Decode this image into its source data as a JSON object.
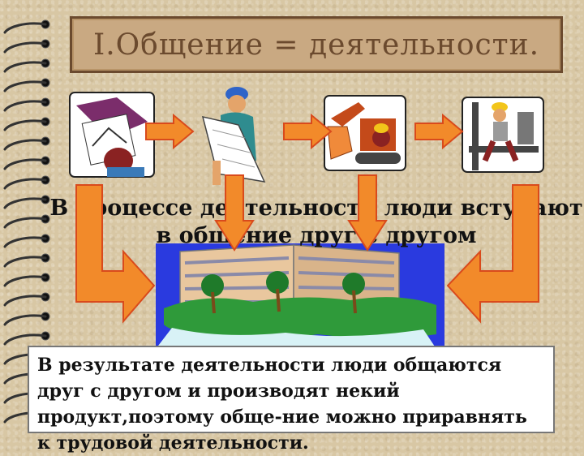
{
  "slide": {
    "title": "I.Общение = деятельности.",
    "middle_line1": "В процессе деятельности люди вступают",
    "middle_line2": "в общение друг с другом",
    "bottom_text": "В результате деятельности люди общаются друг с другом и производят некий продукт,поэтому обще-ние можно приравнять к трудовой деятельности."
  },
  "colors": {
    "arrow_fill": "#f28a2a",
    "arrow_stroke": "#d94a1c",
    "title_bg": "#c9a982",
    "title_text": "#6b4a2e"
  }
}
